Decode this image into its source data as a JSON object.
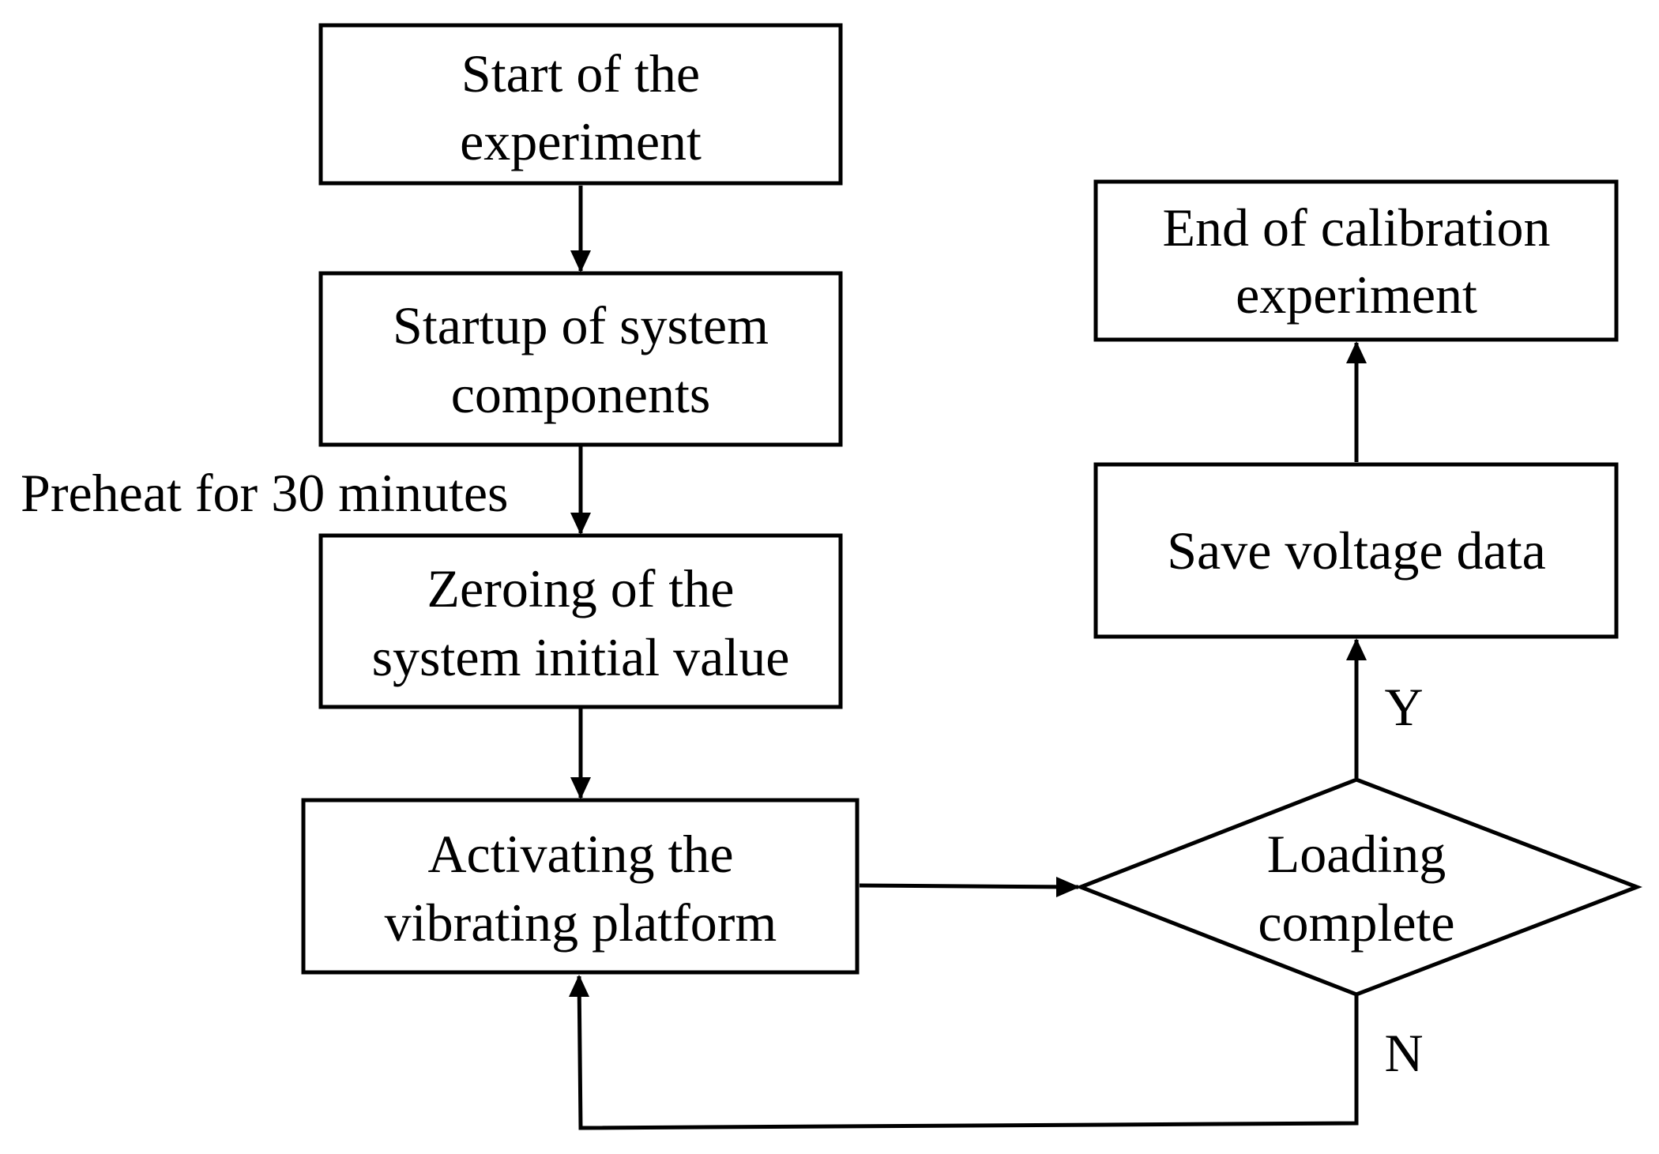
{
  "nodes": {
    "start": {
      "lines": [
        "Start of the",
        "experiment"
      ]
    },
    "startup": {
      "lines": [
        "Startup of system",
        "components"
      ]
    },
    "zeroing": {
      "lines": [
        "Zeroing of the",
        "system initial value"
      ]
    },
    "activating": {
      "lines": [
        "Activating the",
        "vibrating platform"
      ]
    },
    "loading": {
      "lines": [
        "Loading",
        "complete"
      ]
    },
    "save": {
      "lines": [
        "Save voltage data"
      ]
    },
    "end": {
      "lines": [
        "End of calibration",
        "experiment"
      ]
    }
  },
  "edge_labels": {
    "preheat": "Preheat for 30 minutes",
    "yes": "Y",
    "no": "N"
  },
  "colors": {
    "stroke": "#000000",
    "fill": "#ffffff",
    "text": "#000000"
  }
}
